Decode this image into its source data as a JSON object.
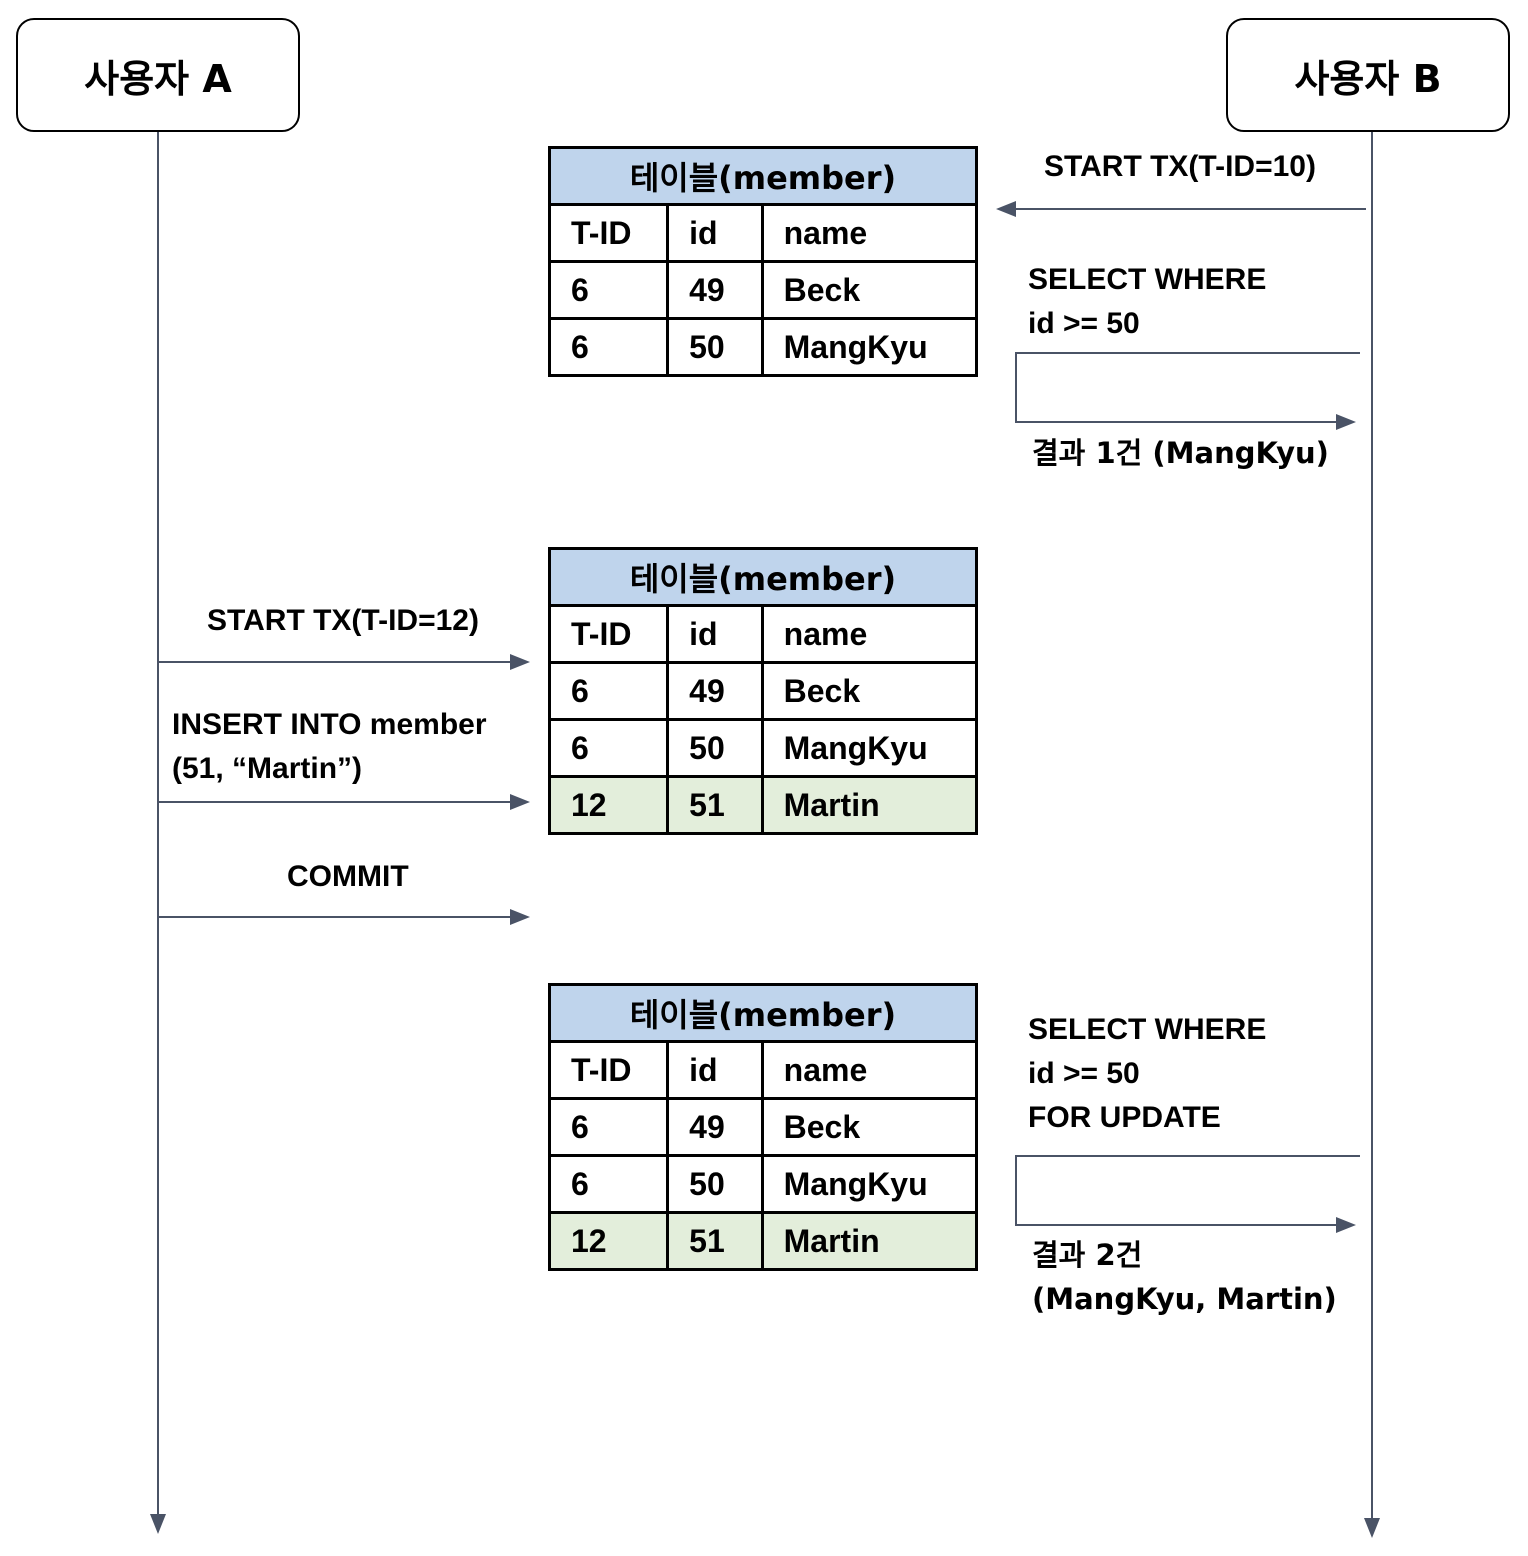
{
  "actors": {
    "a": "사용자 A",
    "b": "사용자 B"
  },
  "colors": {
    "arrow": "#4a5366",
    "header_fill": "#bfd4ec",
    "new_row_fill": "#e3eedb"
  },
  "messages": {
    "b_start": "START TX(T-ID=10)",
    "b_select1": [
      "SELECT WHERE",
      "id >= 50"
    ],
    "b_result1": "결과 1건 (MangKyu)",
    "a_start": "START TX(T-ID=12)",
    "a_insert": [
      "INSERT INTO member",
      "(51, “Martin”)"
    ],
    "a_commit": "COMMIT",
    "b_select2": [
      "SELECT WHERE",
      "id >= 50",
      "FOR UPDATE"
    ],
    "b_result2": [
      "결과 2건",
      "(MangKyu, Martin)"
    ]
  },
  "tables": [
    {
      "title": "테이블(member)",
      "headers": [
        "T-ID",
        "id",
        "name"
      ],
      "rows": [
        [
          "6",
          "49",
          "Beck"
        ],
        [
          "6",
          "50",
          "MangKyu"
        ]
      ]
    },
    {
      "title": "테이블(member)",
      "headers": [
        "T-ID",
        "id",
        "name"
      ],
      "rows": [
        [
          "6",
          "49",
          "Beck"
        ],
        [
          "6",
          "50",
          "MangKyu"
        ],
        [
          "12",
          "51",
          "Martin"
        ]
      ]
    },
    {
      "title": "테이블(member)",
      "headers": [
        "T-ID",
        "id",
        "name"
      ],
      "rows": [
        [
          "6",
          "49",
          "Beck"
        ],
        [
          "6",
          "50",
          "MangKyu"
        ],
        [
          "12",
          "51",
          "Martin"
        ]
      ]
    }
  ]
}
